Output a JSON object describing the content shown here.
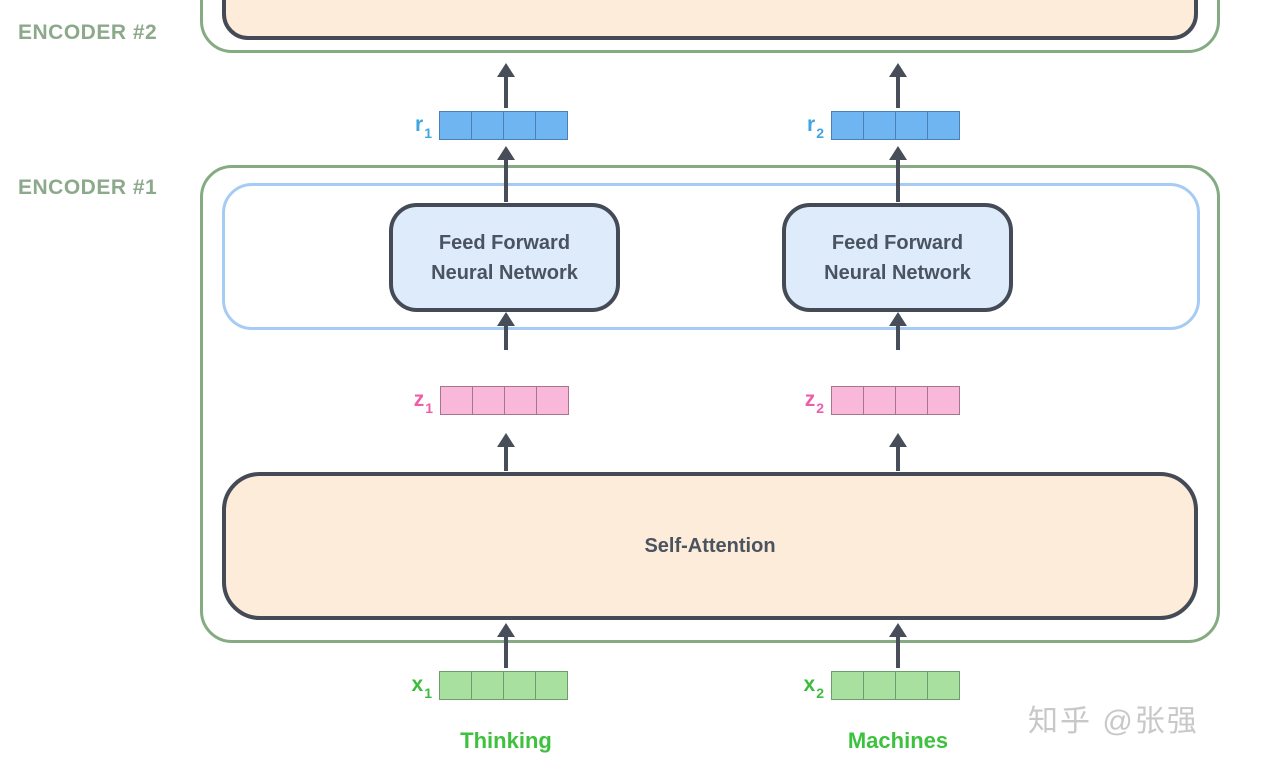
{
  "colors": {
    "encoder_border": "#84ab81",
    "encoder_label": "#8ca98c",
    "dark_border": "#444b56",
    "text_dark": "#4a5360",
    "peach_fill": "#fcecd9",
    "ffnn_fill": "#ddebfa",
    "addnorm_border": "#a6cbf5",
    "blue_cell": "#6fb5f1",
    "blue_cell_border": "#4a80b4",
    "pink_cell": "#f9b7d9",
    "pink_cell_border": "#a8758f",
    "green_cell": "#a8e0a0",
    "green_cell_border": "#6f9c6c",
    "r_label": "#41a5e1",
    "z_label": "#ee5ea6",
    "x_label": "#3cbc3c",
    "token_text": "#3ec13e",
    "arrow": "#474e59",
    "watermark": "#c8c8c8"
  },
  "encoders": {
    "encoder2_label": "ENCODER #2",
    "encoder1_label": "ENCODER #1"
  },
  "blocks": {
    "ffnn_line1": "Feed Forward",
    "ffnn_line2": "Neural Network",
    "self_attention": "Self-Attention"
  },
  "vectors": {
    "r1": {
      "base": "r",
      "sub": "1",
      "cells": 4
    },
    "r2": {
      "base": "r",
      "sub": "2",
      "cells": 4
    },
    "z1": {
      "base": "z",
      "sub": "1",
      "cells": 4
    },
    "z2": {
      "base": "z",
      "sub": "2",
      "cells": 4
    },
    "x1": {
      "base": "x",
      "sub": "1",
      "cells": 4
    },
    "x2": {
      "base": "x",
      "sub": "2",
      "cells": 4
    }
  },
  "tokens": {
    "token1": "Thinking",
    "token2": "Machines"
  },
  "watermark": "知乎 @张强"
}
